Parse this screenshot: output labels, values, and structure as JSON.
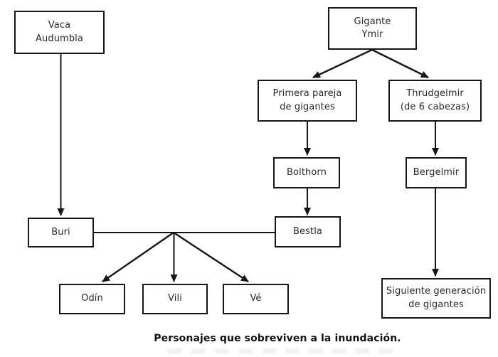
{
  "diagram": {
    "title_caption": "Personajes que sobreviven a la inundación.",
    "colors": {
      "background": "#ffffff",
      "box_border": "#161616",
      "line": "#161616",
      "text": "#2a2a2a"
    },
    "nodes": {
      "vaca": {
        "label": "Vaca\nAudumbla"
      },
      "ymir": {
        "label": "Gigante\nYmir"
      },
      "primera": {
        "label": "Primera pareja\nde gigantes"
      },
      "thrudgelmir": {
        "label": "Thrudgelmir\n(de 6 cabezas)"
      },
      "bolthorn": {
        "label": "Bolthorn"
      },
      "bergelmir": {
        "label": "Bergelmir"
      },
      "buri": {
        "label": "Buri"
      },
      "bestla": {
        "label": "Bestla"
      },
      "odin": {
        "label": "Odín"
      },
      "vili": {
        "label": "Vili"
      },
      "ve": {
        "label": "Vé"
      },
      "siguiente": {
        "label": "Siguiente generación\nde gigantes"
      }
    },
    "edges": [
      {
        "from": "vaca",
        "to": "buri",
        "type": "arrow"
      },
      {
        "from": "ymir",
        "to": "primera",
        "type": "arrow"
      },
      {
        "from": "ymir",
        "to": "thrudgelmir",
        "type": "arrow"
      },
      {
        "from": "primera",
        "to": "bolthorn",
        "type": "arrow"
      },
      {
        "from": "bolthorn",
        "to": "bestla",
        "type": "arrow"
      },
      {
        "from": "thrudgelmir",
        "to": "bergelmir",
        "type": "arrow"
      },
      {
        "from": "bergelmir",
        "to": "siguiente",
        "type": "arrow"
      },
      {
        "from": "buri",
        "to": "bestla",
        "type": "plain-union-line"
      },
      {
        "from": "buri+bestla union",
        "to": "odin",
        "type": "arrow"
      },
      {
        "from": "buri+bestla union",
        "to": "vili",
        "type": "arrow"
      },
      {
        "from": "buri+bestla union",
        "to": "ve",
        "type": "arrow"
      }
    ]
  }
}
